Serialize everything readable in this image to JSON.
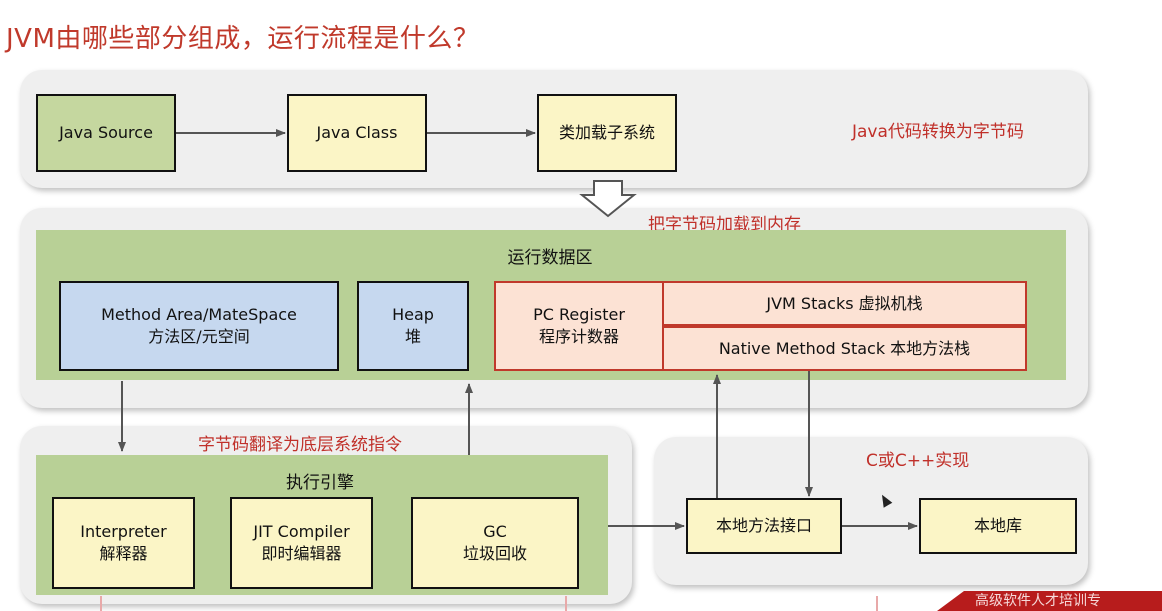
{
  "title": "JVM由哪些部分组成，运行流程是什么？",
  "top_row": {
    "java_source": "Java Source",
    "java_class": "Java Class",
    "class_loader": "类加载子系统",
    "note": "Java代码转换为字节码"
  },
  "load_note": "把字节码加载到内存",
  "runtime_area": {
    "label": "运行数据区",
    "method_area": {
      "line1": "Method Area/MateSpace",
      "line2": "方法区/元空间"
    },
    "heap": {
      "line1": "Heap",
      "line2": "堆"
    },
    "pc_register": {
      "line1": "PC Register",
      "line2": "程序计数器"
    },
    "jvm_stacks": "JVM Stacks 虚拟机栈",
    "native_stack": "Native Method Stack 本地方法栈"
  },
  "execution": {
    "note": "字节码翻译为底层系统指令",
    "label": "执行引擎",
    "interpreter": {
      "line1": "Interpreter",
      "line2": "解释器"
    },
    "jit": {
      "line1": "JIT Compiler",
      "line2": "即时编辑器"
    },
    "gc": {
      "line1": "GC",
      "line2": "垃圾回收"
    }
  },
  "native": {
    "note": "C或C++实现",
    "interface": "本地方法接口",
    "library": "本地库"
  },
  "watermark": "高级软件人才培训专",
  "colors": {
    "title": "#c0392b",
    "note": "#c0302a",
    "region_green": "#b8d096",
    "source_green": "#c5d79f",
    "class_yellow": "#fbf5c6",
    "method_blue": "#c6d8ef",
    "pc_pink": "#fce2d4"
  }
}
